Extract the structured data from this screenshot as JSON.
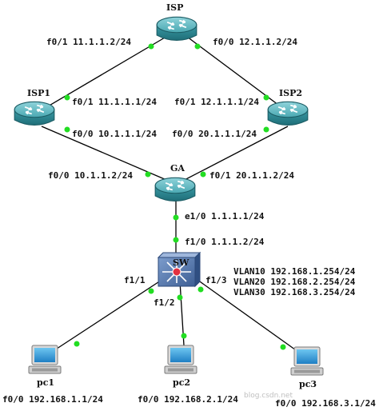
{
  "devices": {
    "isp": {
      "name": "ISP",
      "icon": "router-icon"
    },
    "isp1": {
      "name": "ISP1",
      "icon": "router-icon"
    },
    "isp2": {
      "name": "ISP2",
      "icon": "router-icon"
    },
    "ga": {
      "name": "GA",
      "icon": "router-icon"
    },
    "sw": {
      "name": "SW",
      "icon": "multilayer-switch-icon"
    },
    "pc1": {
      "name": "pc1",
      "icon": "pc-icon"
    },
    "pc2": {
      "name": "pc2",
      "icon": "pc-icon"
    },
    "pc3": {
      "name": "pc3",
      "icon": "pc-icon"
    }
  },
  "interfaces": {
    "isp_f01": "f0/1 11.1.1.2/24",
    "isp_f00": "f0/0 12.1.1.2/24",
    "isp1_f01": "f0/1 11.1.1.1/24",
    "isp1_f00": "f0/0 10.1.1.1/24",
    "isp2_f01": "f0/1 12.1.1.1/24",
    "isp2_f00": "f0/0 20.1.1.1/24",
    "ga_f00": "f0/0 10.1.1.2/24",
    "ga_f01": "f0/1 20.1.1.2/24",
    "ga_e10": "e1/0 1.1.1.1/24",
    "sw_f10": "f1/0 1.1.1.2/24",
    "sw_f11": "f1/1",
    "sw_f12": "f1/2",
    "sw_f13": "f1/3",
    "pc1_f00": "f0/0 192.168.1.1/24",
    "pc2_f00": "f0/0 192.168.2.1/24",
    "pc3_f00": "f0/0 192.168.3.1/24"
  },
  "vlans": [
    "VLAN10 192.168.1.254/24",
    "VLAN20 192.168.2.254/24",
    "VLAN30 192.168.3.254/24"
  ],
  "watermark": "blog.csdn.net",
  "colors": {
    "router_body": "#2f8f9a",
    "router_top": "#6fc0c8",
    "link": "#000000",
    "port_up": "#22dd22",
    "switch_body": "#4a6fa5",
    "switch_center": "#e23040"
  }
}
